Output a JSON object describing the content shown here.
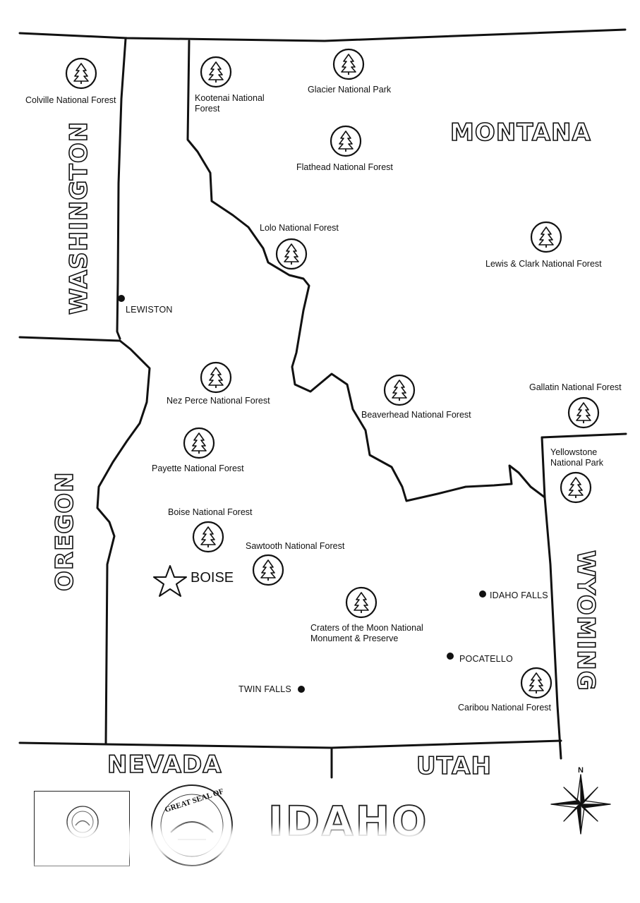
{
  "states": {
    "montana": "MONTANA",
    "washington": "WASHINGTON",
    "oregon": "OREGON",
    "wyoming": "WYOMING",
    "nevada": "NEVADA",
    "utah": "UTAH"
  },
  "title": "IDAHO",
  "capital": "BOISE",
  "cities": {
    "lewiston": "LEWISTON",
    "idaho_falls": "IDAHO FALLS",
    "pocatello": "POCATELLO",
    "twin_falls": "TWIN FALLS"
  },
  "parks": {
    "colville": "Colville National Forest",
    "kootenai": "Kootenai National Forest",
    "glacier": "Glacier National Park",
    "flathead": "Flathead National Forest",
    "lolo": "Lolo National Forest",
    "lewis_clark": "Lewis & Clark National Forest",
    "nez_perce": "Nez Perce National Forest",
    "beaverhead": "Beaverhead National Forest",
    "gallatin": "Gallatin National Forest",
    "yellowstone": "Yellowstone National Park",
    "payette": "Payette National Forest",
    "boise_nf": "Boise National Forest",
    "sawtooth": "Sawtooth National Forest",
    "craters": "Craters of the Moon National Monument & Preserve",
    "caribou": "Caribou National Forest"
  },
  "compass_north": "N",
  "seal_text": "GREAT SEAL OF",
  "icons": {
    "forest": "tree-in-circle-icon",
    "capital": "star-icon",
    "city": "dot-icon",
    "compass": "compass-rose-icon"
  },
  "colors": {
    "ink": "#111111",
    "paper": "#ffffff"
  }
}
